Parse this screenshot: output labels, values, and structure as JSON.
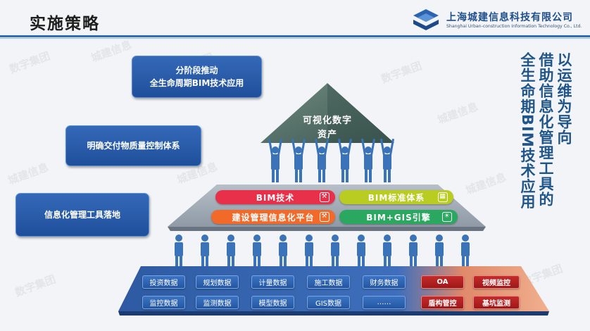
{
  "header": {
    "title": "实施策略",
    "company_cn": "上海城建信息科技有限公司",
    "company_en": "Shanghai Urban-construction Information Technology Co., Ltd.",
    "watermark_a": "数字集团",
    "watermark_b": "城建信息"
  },
  "left_boxes": [
    {
      "line1": "分阶段推动",
      "line2": "全生命周期BIM技术应用"
    },
    {
      "line1": "明确交付物质量控制体系"
    },
    {
      "line1": "信息化管理工具落地"
    }
  ],
  "right_slogan": {
    "col1": "以运维为导向",
    "col2": "借助信息化管理工具的",
    "col3": "全生命期BIM技术应用"
  },
  "peak": {
    "line1": "可视化数字",
    "line2": "资产"
  },
  "middle_pills": [
    {
      "label": "BIM技术",
      "color": "#e8304a",
      "icon": "wrench-icon"
    },
    {
      "label": "BIM标准体系",
      "color": "#b9cc22",
      "icon": "calendar-icon"
    },
    {
      "label": "建设管理信息化平台",
      "color": "#f26a2a",
      "icon": "tools-icon"
    },
    {
      "label": "BIM+GIS引擎",
      "color": "#2aa860",
      "icon": "bulb-icon"
    }
  ],
  "data_cells": {
    "row1": [
      "投资数据",
      "规划数据",
      "计量数据",
      "施工数据",
      "财务数据"
    ],
    "row2": [
      "监控数据",
      "监测数据",
      "模型数据",
      "GIS数据",
      "……"
    ],
    "red_row1": [
      "OA",
      "视频监控"
    ],
    "red_row2": [
      "盾构管控",
      "基坑监测"
    ]
  },
  "colors": {
    "accent_blue": "#2f6db5",
    "box_blue": "#2a5da9",
    "slogan_blue": "#1f5588",
    "figure_blue": "#3a73b8"
  }
}
